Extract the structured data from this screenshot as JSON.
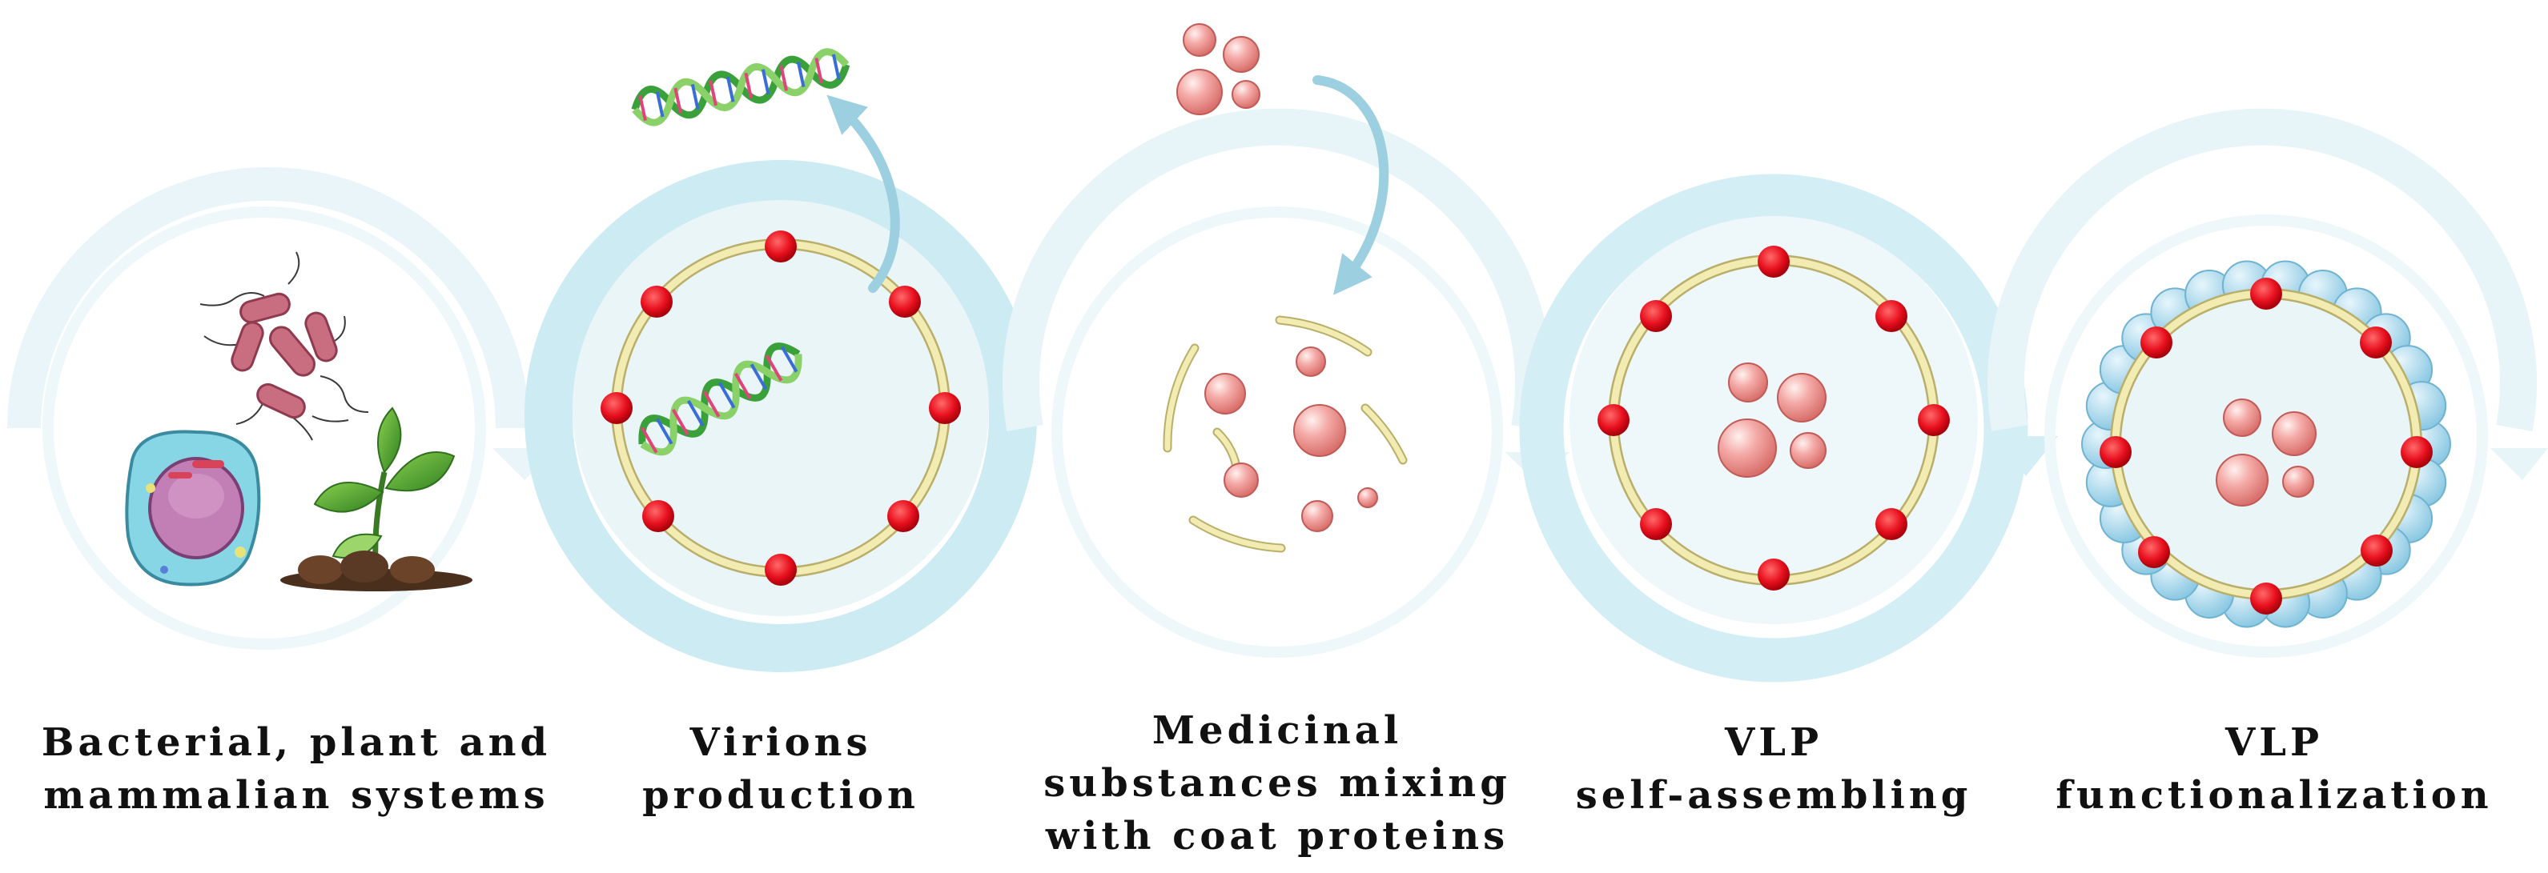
{
  "steps": [
    {
      "id": "systems",
      "label_lines": [
        "Bacterial, plant and",
        "mammalian systems"
      ],
      "icons": [
        "bacteria-icon",
        "mammalian-cell-icon",
        "plant-seedling-icon"
      ]
    },
    {
      "id": "virions",
      "label_lines": [
        "Virions",
        "production"
      ],
      "icons": [
        "capsid-icon",
        "dna-helix-icon"
      ]
    },
    {
      "id": "mixing",
      "label_lines": [
        "Medicinal",
        "substances mixing",
        "with coat proteins"
      ],
      "icons": [
        "drug-particles-icon",
        "coat-protein-fragments-icon"
      ]
    },
    {
      "id": "self-assembling",
      "label_lines": [
        "VLP",
        "self-assembling"
      ],
      "icons": [
        "vlp-capsid-icon"
      ]
    },
    {
      "id": "functionalization",
      "label_lines": [
        "VLP",
        "functionalization"
      ],
      "icons": [
        "functionalized-vlp-icon"
      ]
    }
  ],
  "colors": {
    "ring": "#d9eff5",
    "ring_strong": "#bfe6f0",
    "ring_fill": "#eaf5f8",
    "membrane": "#efe6a3",
    "membrane_edge": "#b9ae6a",
    "protein": "#e8101e",
    "particle": "#f3a3a1",
    "particle_edge": "#c05b57",
    "dna_a": "#44b03c",
    "dna_b": "#8ad16a",
    "arrow": "#9ccfe0",
    "bubble": "#a9d6ea",
    "bacteria": "#c96d80",
    "cell": "#7fd3e3",
    "nucleus": "#c27fb6",
    "leaf": "#3f9a2b",
    "soil": "#5a3a24"
  }
}
